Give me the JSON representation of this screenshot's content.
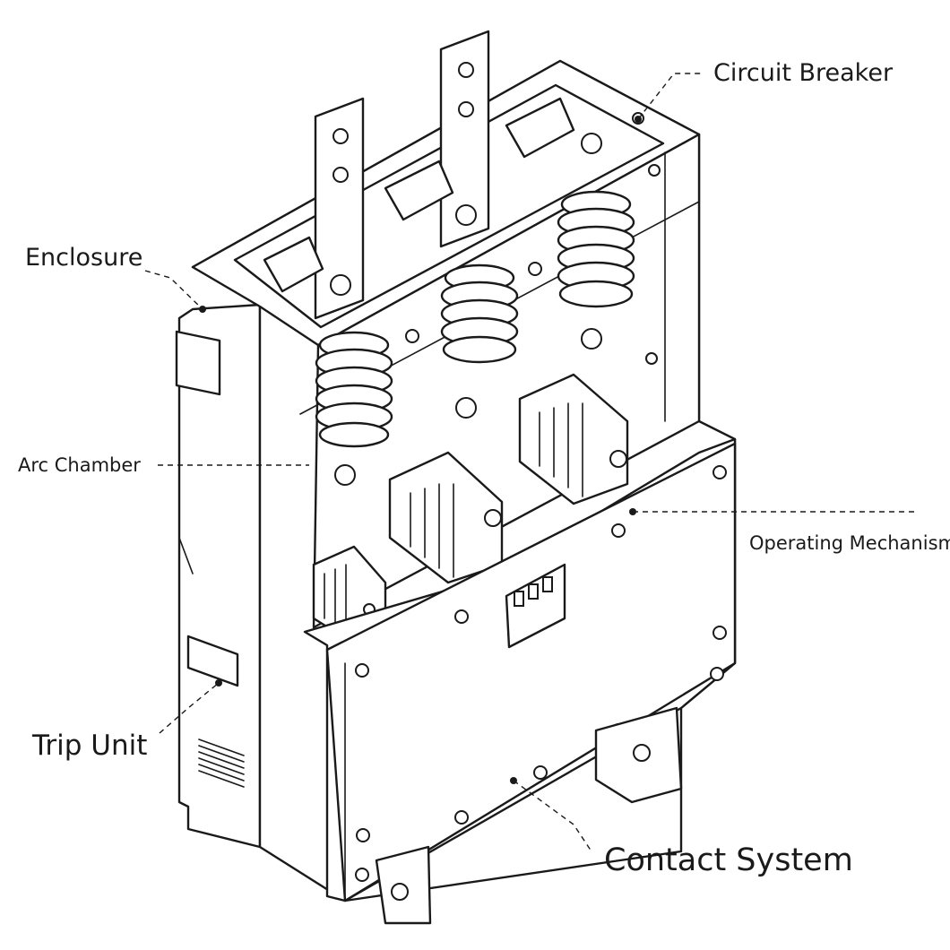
{
  "labels": {
    "circuit_breaker": "Circuit Breaker",
    "enclosure": "Enclosure",
    "arc_chamber": "Arc Chamber",
    "operating_mechanism": "Operating Mechanism",
    "trip_unit": "Trip Unit",
    "contact_system": "Contact System"
  }
}
